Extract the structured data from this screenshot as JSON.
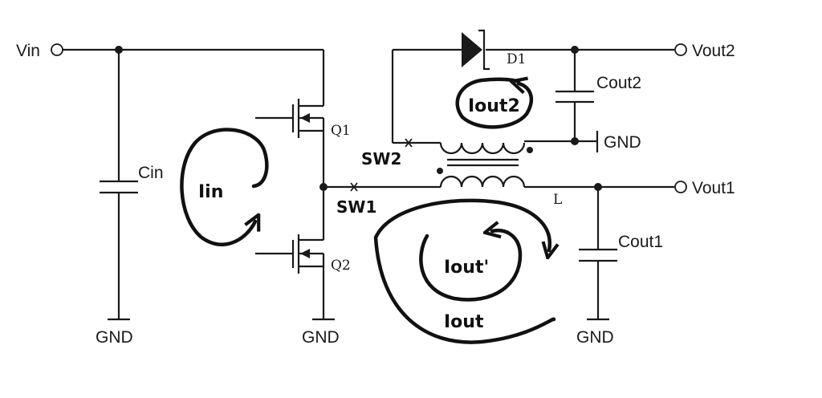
{
  "diagram": {
    "nets": {
      "vin": "Vin",
      "vout1": "Vout1",
      "vout2": "Vout2",
      "gnd_cin": "GND",
      "gnd_q2": "GND",
      "gnd_cout1": "GND",
      "gnd_cout2": "GND"
    },
    "components": {
      "cin": "Cin",
      "cout1": "Cout1",
      "cout2": "Cout2",
      "q1": "Q1",
      "q2": "Q2",
      "d1": "D1",
      "l": "L"
    },
    "nodes": {
      "sw1": "SW1",
      "sw2": "SW2"
    },
    "current_loops": {
      "iin": "Iin",
      "iout": "Iout",
      "iout_prime": "Iout'",
      "iout2": "Iout2"
    }
  }
}
